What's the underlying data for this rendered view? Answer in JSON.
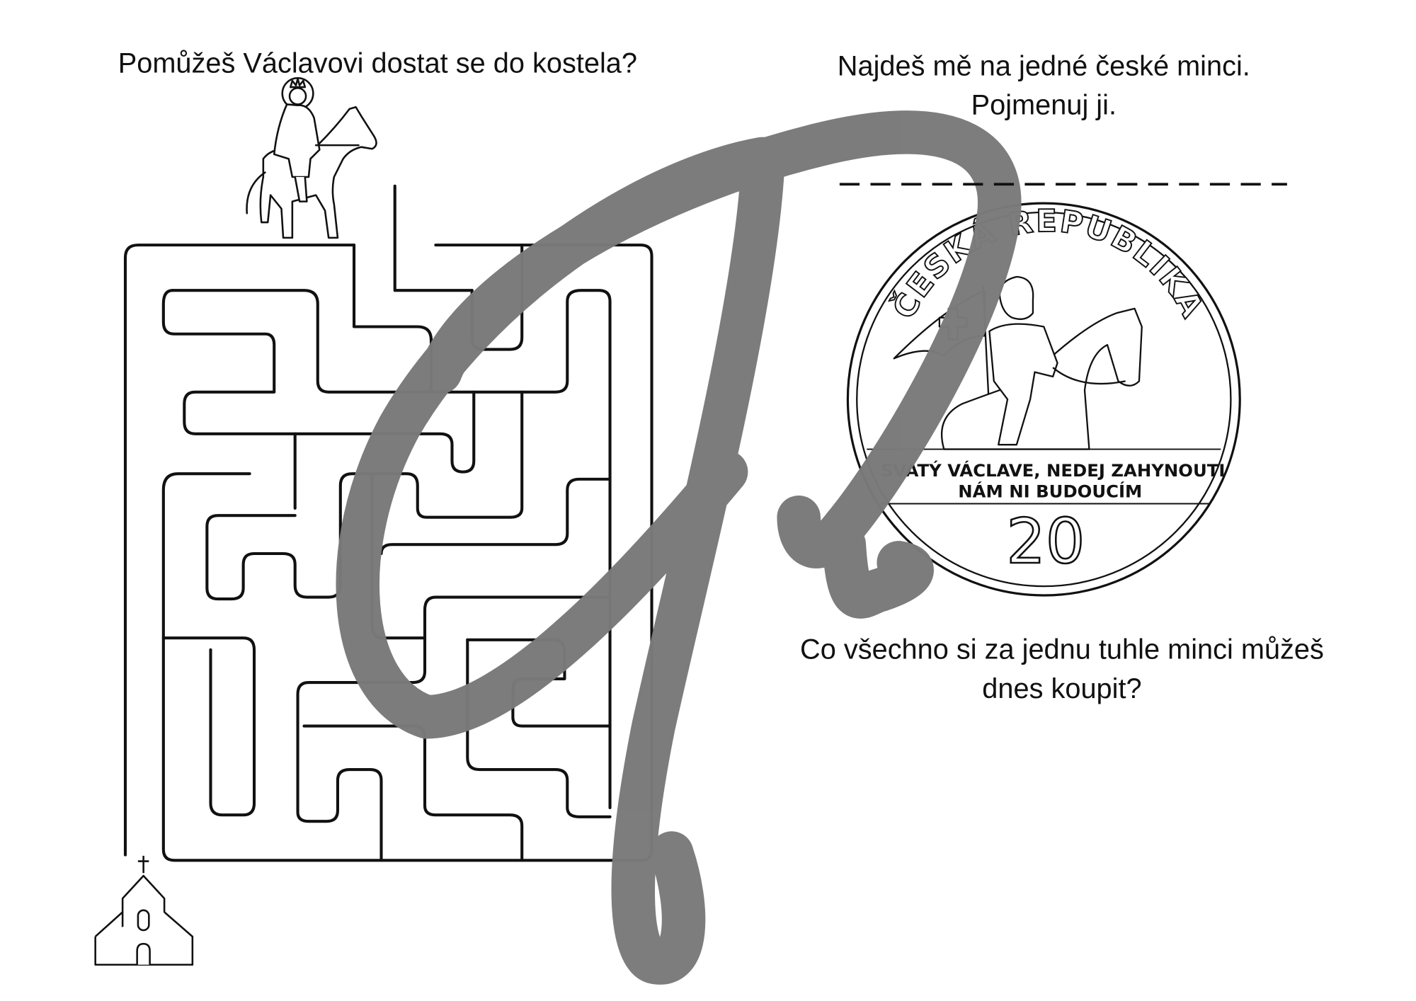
{
  "maze_task": {
    "question": "Pomůžeš Václavovi dostat se do kostela?"
  },
  "coin_task": {
    "line1": "Najdeš mě na jedné české minci.",
    "line2": "Pojmenuj ji.",
    "coin": {
      "top_text": "ČESKÁ REPUBLIKA",
      "motto_line1": "SVATÝ VÁCLAVE, NEDEJ ZAHYNOUTI",
      "motto_line2": "NÁM NI BUDOUCÍM",
      "denomination": "20"
    }
  },
  "buy_task": {
    "line1": "Co všechno si za jednu tuhle minci můžeš",
    "line2": "dnes koupit?"
  },
  "colors": {
    "ink": "#111111",
    "watermark": "#7a7a7a"
  }
}
